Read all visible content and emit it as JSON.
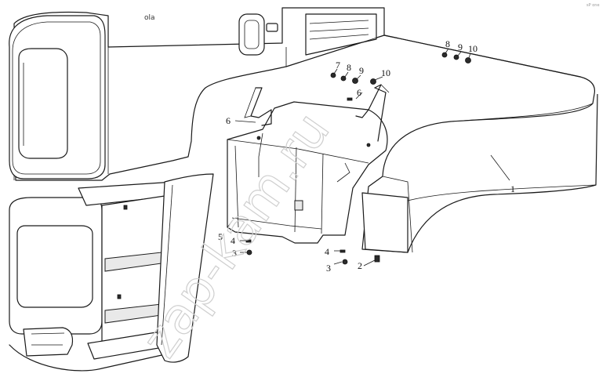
{
  "diagram": {
    "corner_mark": "sP one",
    "watermark": "zap-kam.ru",
    "callouts": [
      {
        "id": "c1",
        "text": "1"
      },
      {
        "id": "c2",
        "text": "2"
      },
      {
        "id": "c3a",
        "text": "3"
      },
      {
        "id": "c3b",
        "text": "3"
      },
      {
        "id": "c4a",
        "text": "4"
      },
      {
        "id": "c4b",
        "text": "4"
      },
      {
        "id": "c5",
        "text": "5"
      },
      {
        "id": "c6a",
        "text": "6"
      },
      {
        "id": "c6b",
        "text": "6"
      },
      {
        "id": "c7",
        "text": "7"
      },
      {
        "id": "c8a",
        "text": "8"
      },
      {
        "id": "c8b",
        "text": "8"
      },
      {
        "id": "c9a",
        "text": "9"
      },
      {
        "id": "c9b",
        "text": "9"
      },
      {
        "id": "c10a",
        "text": "10"
      },
      {
        "id": "c10b",
        "text": "10"
      }
    ]
  }
}
